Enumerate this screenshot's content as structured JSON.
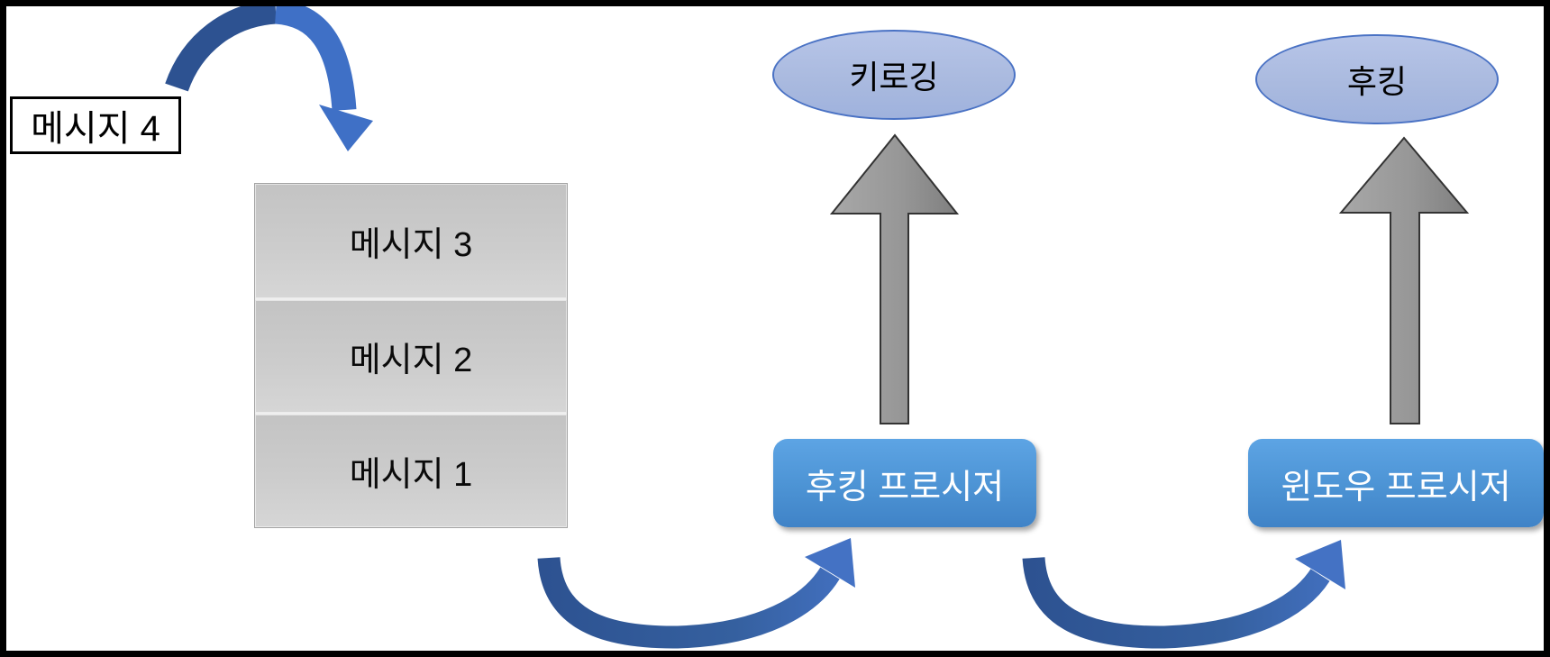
{
  "diagram_title": "message-hooking-flow-diagram",
  "floating_message": {
    "label": "메시지 4"
  },
  "message_stack": {
    "items": [
      {
        "label": "메시지 3"
      },
      {
        "label": "메시지 2"
      },
      {
        "label": "메시지 1"
      }
    ]
  },
  "nodes": {
    "keylogging": "키로깅",
    "hooking": "후킹",
    "hook_procedure": "후킹 프로시저",
    "window_procedure": "윈도우 프로시저"
  },
  "colors": {
    "frame_border": "#000000",
    "stack_fill_top": "#c3c3c3",
    "stack_fill_bottom": "#d6d6d6",
    "ellipse_fill": "#aabadf",
    "ellipse_border": "#4a72c4",
    "procedure_box_fill": "#4c93d4",
    "procedure_text": "#ffffff",
    "curved_arrow_dark": "#2d5291",
    "curved_arrow_light": "#4472c4",
    "block_arrow_gray": "#999999",
    "block_arrow_outline": "#333333"
  }
}
